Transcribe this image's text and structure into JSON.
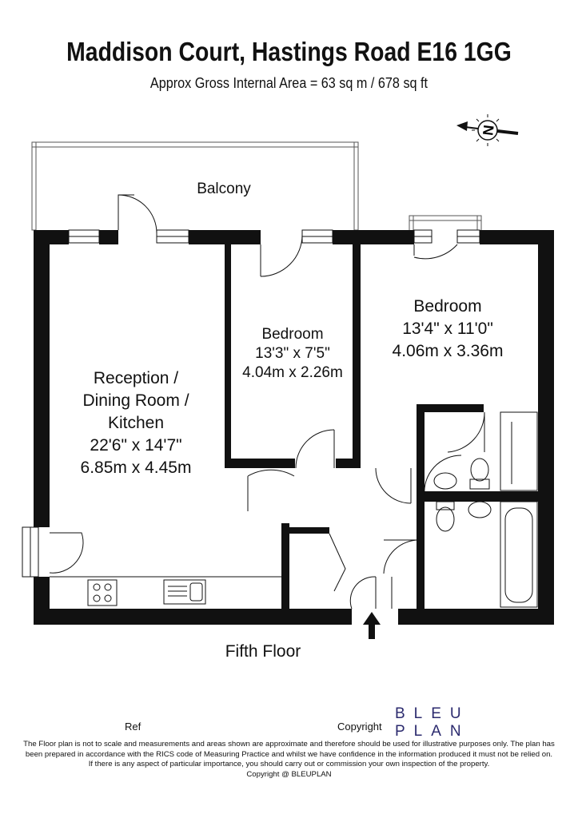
{
  "header": {
    "title": "Maddison Court, Hastings Road E16 1GG",
    "subtitle": "Approx Gross Internal Area = 63 sq m / 678 sq ft"
  },
  "compass": {
    "letter": "N"
  },
  "rooms": {
    "balcony": "Balcony",
    "bedroom_small": {
      "name": "Bedroom",
      "imperial": "13'3\" x 7'5\"",
      "metric": "4.04m x 2.26m"
    },
    "bedroom_large": {
      "name": "Bedroom",
      "imperial": "13'4\" x 11'0\"",
      "metric": "4.06m x 3.36m"
    },
    "reception": {
      "line1": "Reception /",
      "line2": "Dining Room /",
      "line3": "Kitchen",
      "imperial": "22'6\" x 14'7\"",
      "metric": "6.85m x 4.45m"
    }
  },
  "floor_label": "Fifth Floor",
  "footer": {
    "ref_label": "Ref",
    "copyright_label": "Copyright",
    "logo_line1": "BLEU",
    "logo_line2": "PLAN",
    "disclaimer_line1": "The Floor plan is not to scale and measurements and areas shown are approximate and therefore should be used for illustrative purposes only. The plan has",
    "disclaimer_line2": "been prepared in accordance with the RICS code of Measuring Practice and whilst we have confidence in the information produced it must not be relied on.",
    "disclaimer_line3": "If there is any aspect of particular importance, you should carry out or commission your own inspection of the property.",
    "disclaimer_line4": "Copyright @ BLEUPLAN"
  }
}
